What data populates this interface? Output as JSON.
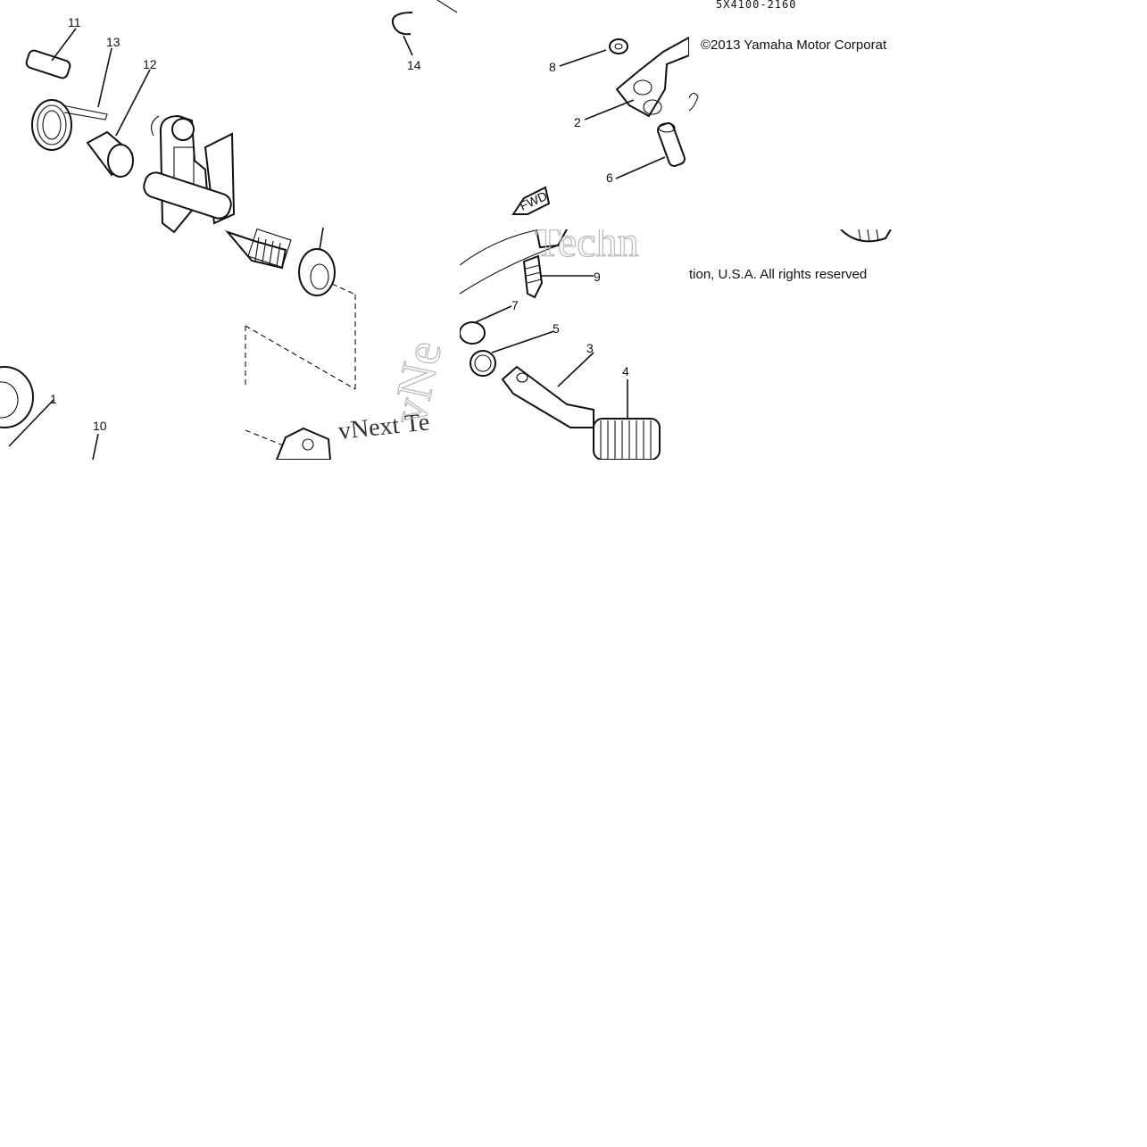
{
  "diagram": {
    "code": "5X4100-2160",
    "copyright_line1": "©2013 Yamaha Motor Corporat",
    "copyright_line2": "tion, U.S.A. All rights reserved",
    "fwd_label": "FWD",
    "watermark_left": "vNext Te",
    "watermark_right": "Techn",
    "watermark_vertical": "vNe",
    "callouts": [
      "1",
      "2",
      "3",
      "4",
      "5",
      "6",
      "7",
      "8",
      "9",
      "10",
      "11",
      "12",
      "13",
      "14"
    ]
  }
}
